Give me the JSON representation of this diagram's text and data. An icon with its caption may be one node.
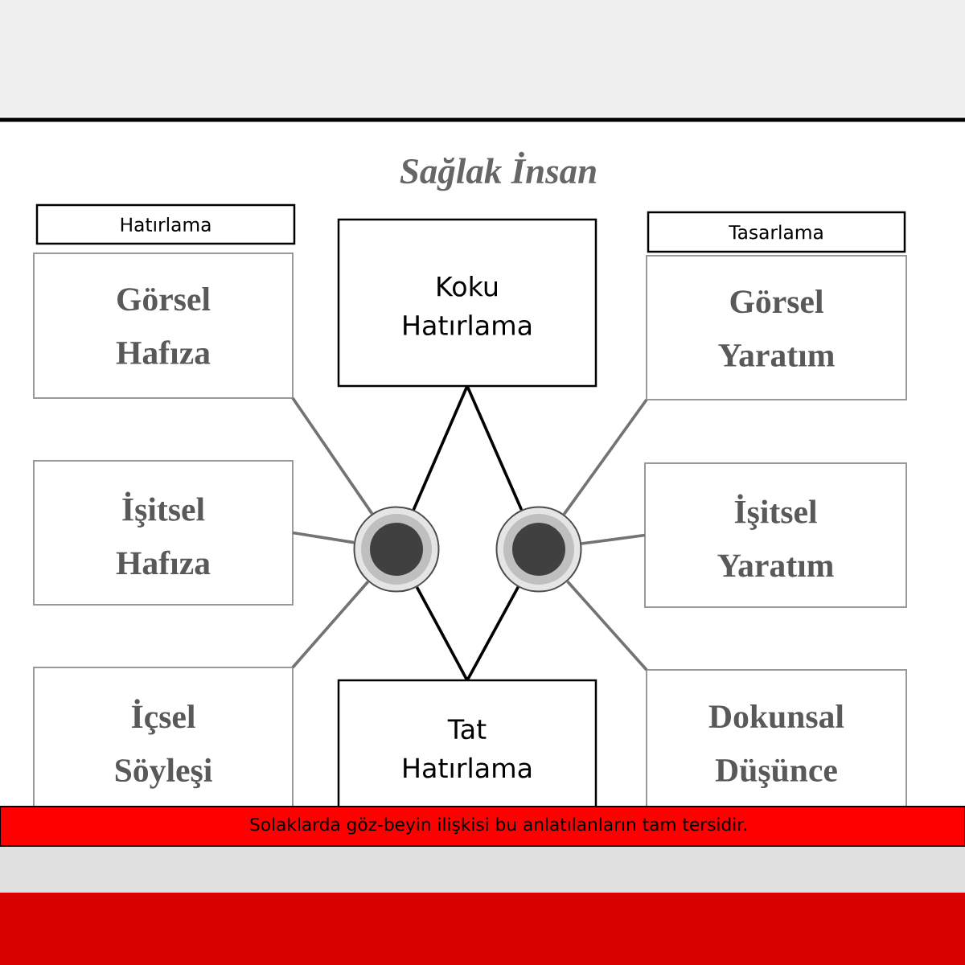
{
  "diagram": {
    "title": "Sağlak İnsan",
    "caption": "Solaklarda göz-beyin ilişkisi bu anlatılanların tam tersidir.",
    "nodes": [
      {
        "text": [
          "Hatırlama"
        ]
      },
      {
        "text": [
          "Görsel Hafıza"
        ]
      },
      {
        "text": [
          "İşitsel Hafıza"
        ]
      },
      {
        "text": [
          "İçsel Söyleşi"
        ]
      },
      {
        "text": [
          "Koku Hatırlama"
        ]
      },
      {
        "text": [
          "Tat Hatırlama"
        ]
      },
      {
        "text": [
          "Tasarlama"
        ]
      },
      {
        "text": [
          "Görsel Yaratım"
        ]
      },
      {
        "text": [
          "İşitsel Yaratım"
        ]
      },
      {
        "text": [
          "Dokunsal Düşünce"
        ]
      },
      {
        "text": [],
        "shape": "circle"
      },
      {
        "text": [],
        "shape": "circle"
      }
    ],
    "edges": [
      {
        "from": 1,
        "to": 10,
        "arrow": "none"
      },
      {
        "from": 2,
        "to": 10,
        "arrow": "none"
      },
      {
        "from": 3,
        "to": 10,
        "arrow": "none"
      },
      {
        "from": 4,
        "to": 10,
        "arrow": "none",
        "color": "#000000"
      },
      {
        "from": 4,
        "to": 11,
        "arrow": "none",
        "color": "#000000"
      },
      {
        "from": 10,
        "to": 5,
        "arrow": "none",
        "color": "#000000"
      },
      {
        "from": 11,
        "to": 5,
        "arrow": "none",
        "color": "#000000"
      },
      {
        "from": 11,
        "to": 7,
        "arrow": "none"
      },
      {
        "from": 11,
        "to": 8,
        "arrow": "none"
      },
      {
        "from": 11,
        "to": 9,
        "arrow": "none"
      }
    ]
  }
}
